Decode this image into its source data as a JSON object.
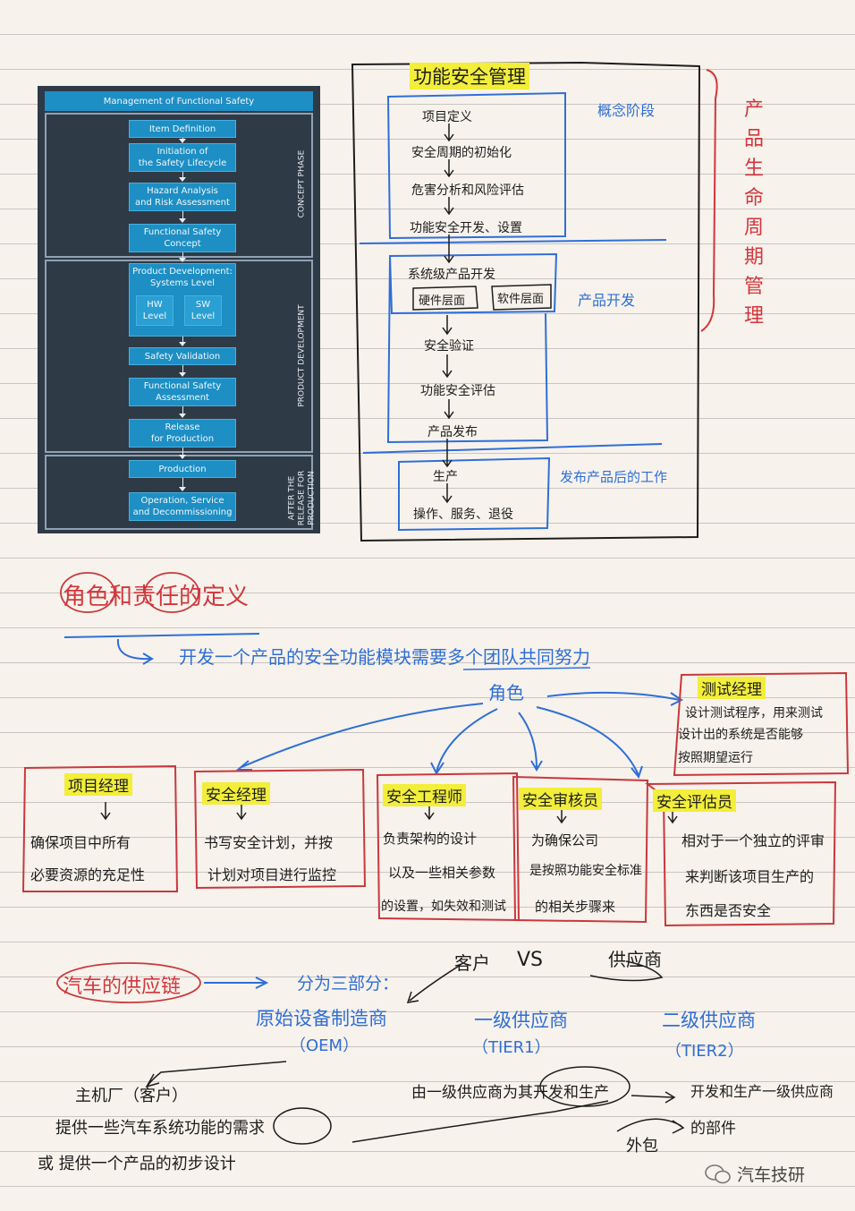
{
  "diagram": {
    "title": "Management of Functional Safety",
    "boxes": {
      "item_definition": "Item Definition",
      "initiation": "Initiation of\nthe Safety Lifecycle",
      "hazard": "Hazard Analysis\nand Risk Assessment",
      "fs_concept": "Functional Safety\nConcept",
      "product_dev": "Product Development:\nSystems Level",
      "hw": "HW\nLevel",
      "sw": "SW\nLevel",
      "safety_validation": "Safety Validation",
      "fs_assessment": "Functional Safety\nAssessment",
      "release": "Release\nfor Production",
      "production": "Production",
      "operation": "Operation, Service\nand Decommissioning"
    },
    "phases": {
      "concept": "CONCEPT PHASE",
      "product_development": "PRODUCT DEVELOPMENT",
      "after_release": "AFTER THE\nRELEASE FOR\nPRODUCTION"
    }
  },
  "notes": {
    "fsm_title": "功能安全管理",
    "steps": [
      "项目定义",
      "安全周期的初始化",
      "危害分析和风险评估",
      "功能安全开发、设置",
      "系统级产品开发",
      "硬件层面",
      "软件层面",
      "安全验证",
      "功能安全评估",
      "产品发布",
      "生产",
      "操作、服务、退役"
    ],
    "phase_concept": "概念阶段",
    "phase_product": "产品开发",
    "phase_after": "发布产品后的工作",
    "lifecycle_vertical": "产品生命周期管理",
    "roles_heading": "角色和责任的定义",
    "roles_intro": "开发一个产品的安全功能模块需要多个团队共同努力",
    "roles_center": "角色",
    "roles": [
      {
        "title": "项目经理",
        "desc": [
          "确保项目中所有",
          "必要资源的充足性"
        ]
      },
      {
        "title": "安全经理",
        "desc": [
          "书写安全计划，并按",
          "计划对项目进行监控"
        ]
      },
      {
        "title": "安全工程师",
        "desc": [
          "负责架构的设计",
          "以及一些相关参数",
          "的设置，如失效和测试"
        ]
      },
      {
        "title": "安全审核员",
        "desc": [
          "为确保公司",
          "是按照功能安全标准",
          "的相关步骤来"
        ]
      },
      {
        "title": "安全评估员",
        "desc": [
          "相对于一个独立的评审",
          "来判断该项目生产的",
          "东西是否安全"
        ]
      },
      {
        "title": "测试经理",
        "desc": [
          "设计测试程序，用来测试",
          "设计出的系统是否能够",
          "按照期望运行"
        ]
      }
    ],
    "supply_heading": "汽车的供应链",
    "supply_split": "分为三部分：",
    "customer": "客户",
    "vs": "VS",
    "supplier": "供应商",
    "oem": "原始设备制造商",
    "oem_abbr": "（OEM）",
    "tier1": "一级供应商",
    "tier1_abbr": "（TIER1）",
    "tier2": "二级供应商",
    "tier2_abbr": "（TIER2）",
    "oem_role": "主机厂（客户）",
    "oem_line1": "提供一些汽车系统功能的需求",
    "oem_line2": "或 提供一个产品的初步设计",
    "tier1_line": "由一级供应商为其开发和生产",
    "tier2_line1": "开发和生产一级供应商",
    "tier2_line2": "的部件",
    "outsource": "外包",
    "watermark": "汽车技研"
  }
}
